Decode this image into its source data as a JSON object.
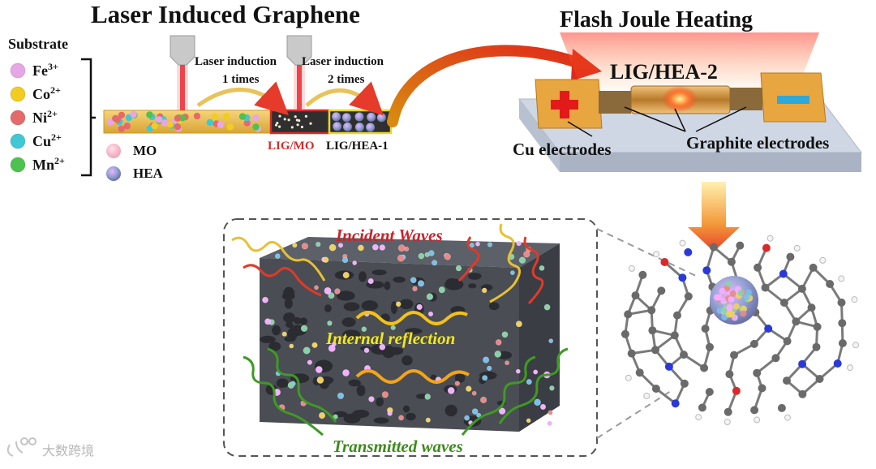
{
  "titles": {
    "lig": "Laser Induced Graphene",
    "fjh": "Flash Joule Heating"
  },
  "substrate": {
    "heading": "Substrate",
    "ions": [
      {
        "label": "Fe",
        "charge": "3+",
        "color": "#e7a6e6"
      },
      {
        "label": "Co",
        "charge": "2+",
        "color": "#f2cc1f"
      },
      {
        "label": "Ni",
        "charge": "2+",
        "color": "#e56a6a"
      },
      {
        "label": "Cu",
        "charge": "2+",
        "color": "#40c8d4"
      },
      {
        "label": "Mn",
        "charge": "2+",
        "color": "#4ec24e"
      }
    ]
  },
  "laser": {
    "step1_line1": "Laser induction",
    "step1_line2": "1 times",
    "step2_line1": "Laser induction",
    "step2_line2": "2 times"
  },
  "legend": {
    "mo": "MO",
    "hea": "HEA"
  },
  "products": {
    "lig_mo": "LIG/MO",
    "lig_hea1": "LIG/HEA-1",
    "lig_hea2": "LIG/HEA-2"
  },
  "device": {
    "cu": "Cu electrodes",
    "graphite": "Graphite electrodes"
  },
  "block": {
    "incident": "Incident Waves",
    "internal": "Internal reflection",
    "transmitted": "Transmitted waves"
  },
  "watermark": "大数跨境",
  "colors": {
    "laser": "#e8202a",
    "incident": "#c8232a",
    "internal": "#f3e81a",
    "transmitted": "#3f8a1e",
    "arrow": "#e88a1c"
  }
}
